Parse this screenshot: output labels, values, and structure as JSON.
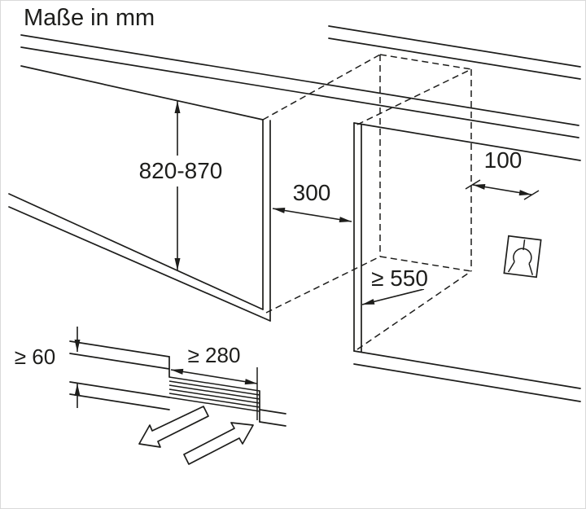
{
  "title": "Maße in mm",
  "unit": "mm",
  "dimensions": {
    "niche_height": {
      "label": "820-870"
    },
    "niche_width": {
      "label": "300"
    },
    "socket_offset": {
      "label": "100"
    },
    "niche_depth": {
      "label": "≥ 550"
    },
    "plinth_vent_height": {
      "label": "≥ 60"
    },
    "plinth_vent_width": {
      "label": "≥ 280"
    }
  },
  "icons": {
    "power_socket": "schuko-socket-symbol",
    "airflow_out": "hollow-arrow-down-left",
    "airflow_in": "hollow-arrow-up-right"
  },
  "colors": {
    "line": "#1d1d1b",
    "background": "#ffffff"
  }
}
